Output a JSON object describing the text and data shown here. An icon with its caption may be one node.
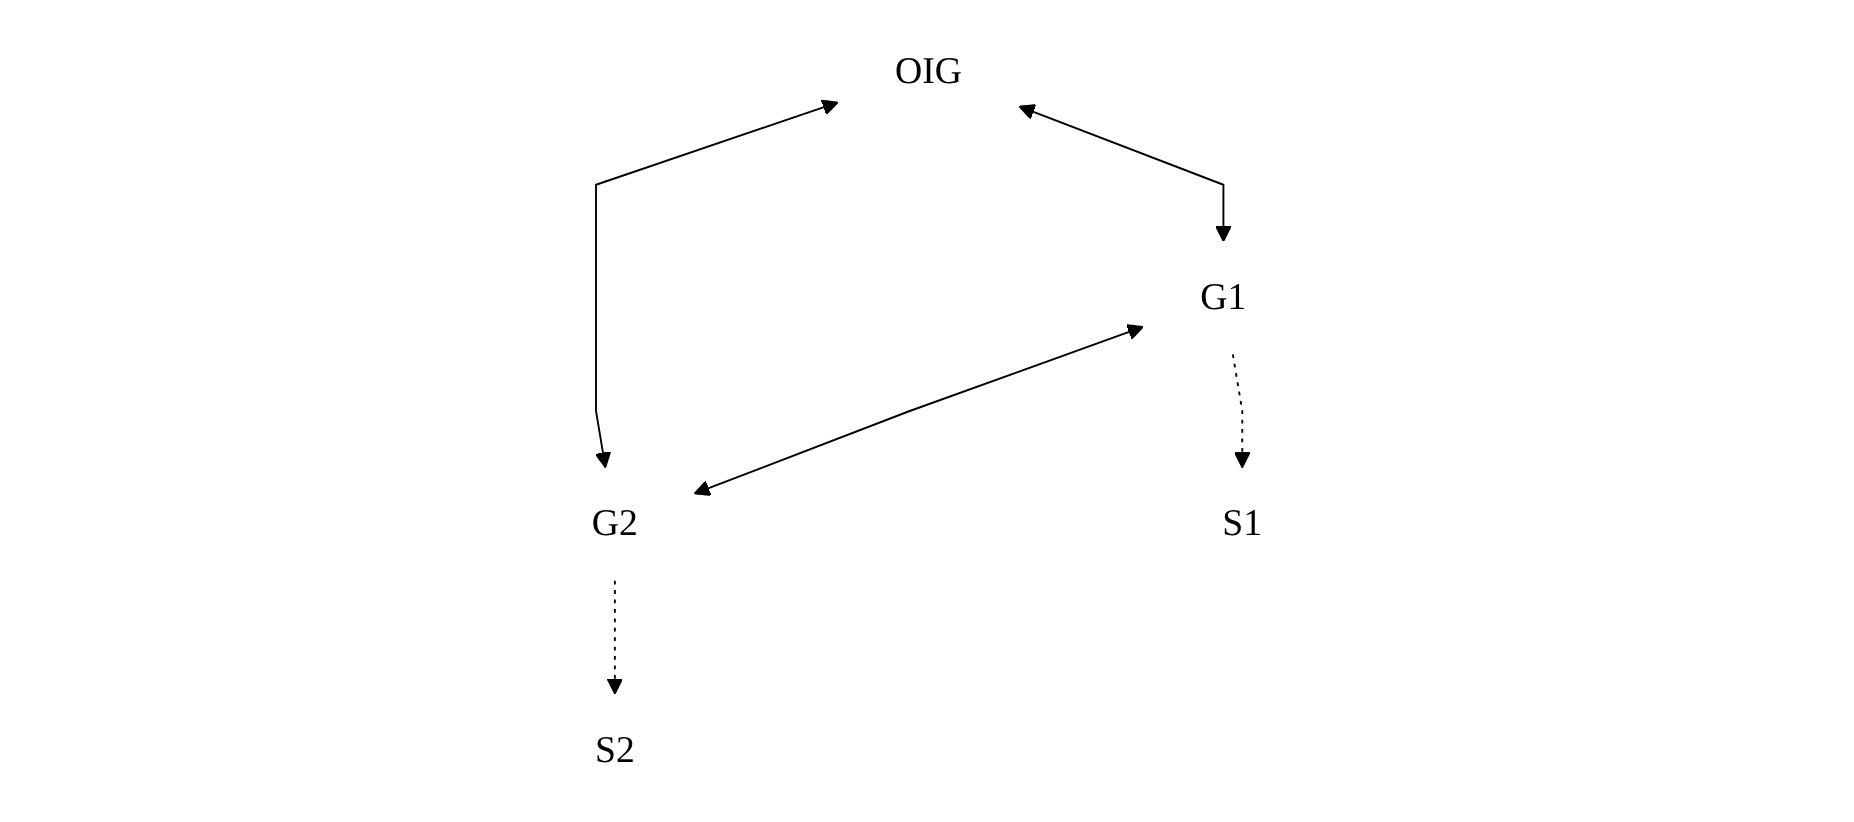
{
  "diagram": {
    "nodes": [
      {
        "text": [
          "OIG"
        ]
      },
      {
        "text": [
          "G1"
        ]
      },
      {
        "text": [
          "G2"
        ]
      },
      {
        "text": [
          "S1"
        ]
      },
      {
        "text": [
          "S2"
        ]
      }
    ],
    "edges": [
      {
        "from": 0,
        "to": 1,
        "arrow": "both"
      },
      {
        "from": 0,
        "to": 2,
        "arrow": "both"
      },
      {
        "from": 1,
        "to": 2,
        "arrow": "both"
      },
      {
        "from": 1,
        "to": 3,
        "arrow": "to",
        "style": "dashed"
      },
      {
        "from": 2,
        "to": 4,
        "arrow": "to",
        "style": "dashed"
      }
    ]
  }
}
